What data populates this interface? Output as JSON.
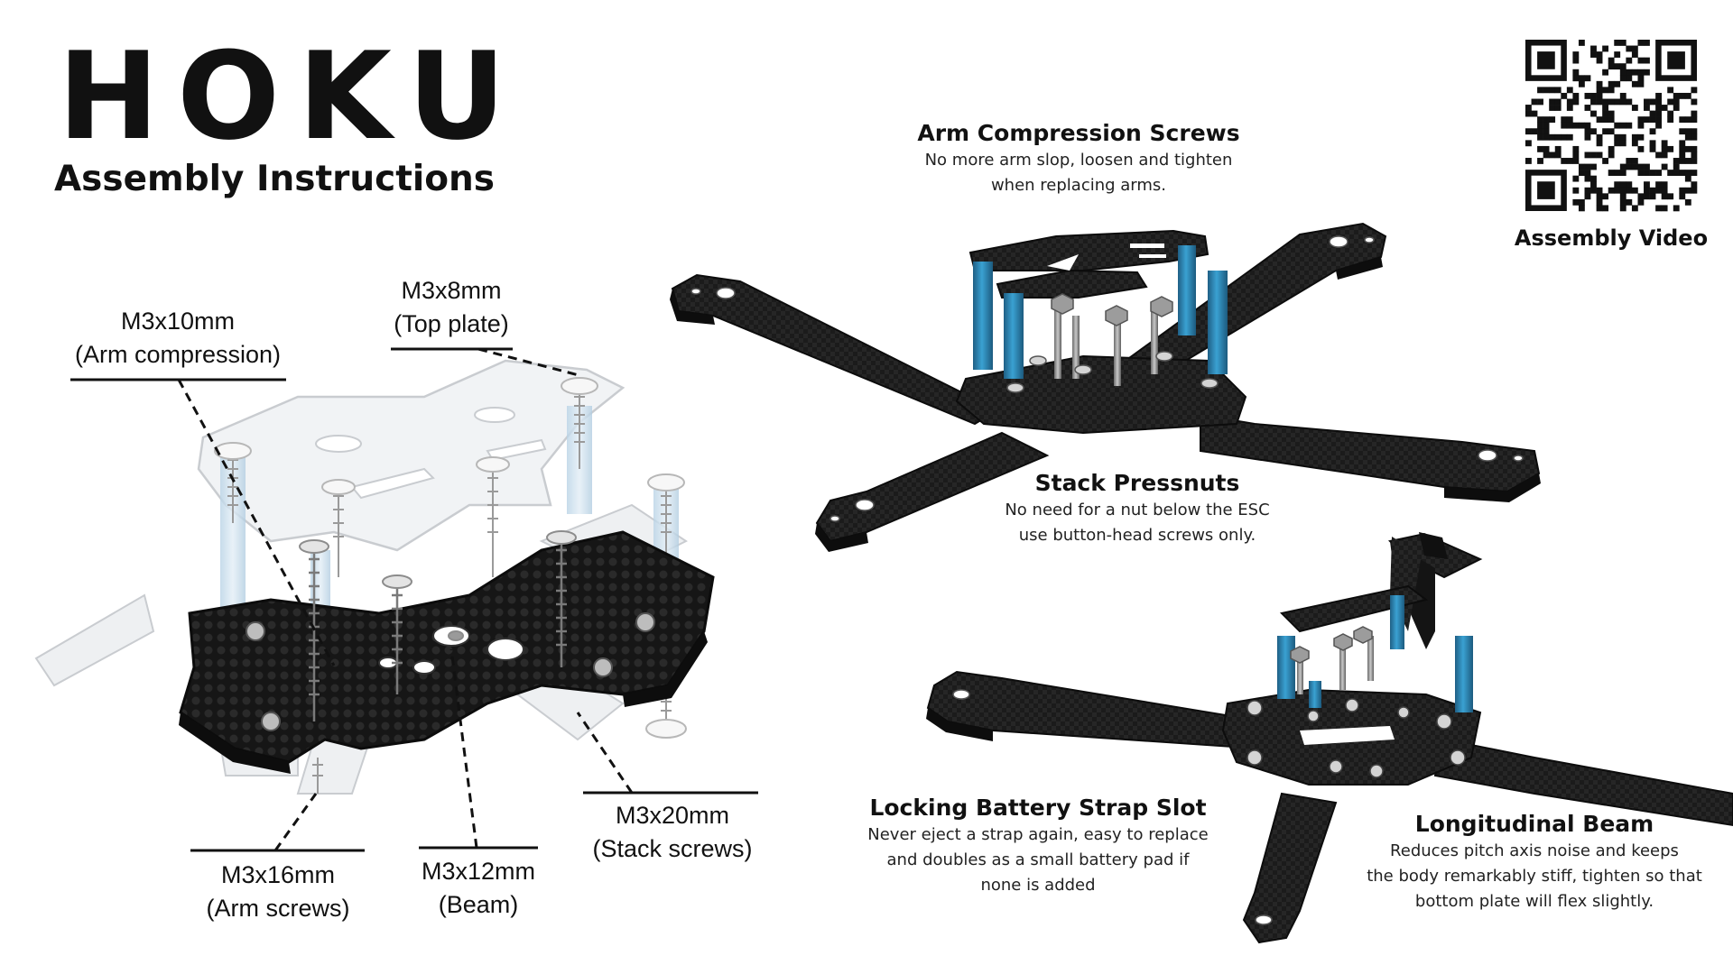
{
  "header": {
    "brand": "HOKU",
    "subtitle": "Assembly Instructions"
  },
  "qr": {
    "caption": "Assembly Video"
  },
  "screw_labels": [
    {
      "size": "M3x10mm",
      "use": "(Arm compression)"
    },
    {
      "size": "M3x8mm",
      "use": "(Top plate)"
    },
    {
      "size": "M3x16mm",
      "use": "(Arm screws)"
    },
    {
      "size": "M3x12mm",
      "use": "(Beam)"
    },
    {
      "size": "M3x20mm",
      "use": "(Stack screws)"
    }
  ],
  "callouts": [
    {
      "title": "Arm Compression Screws",
      "lines": [
        "No more arm slop, loosen and tighten",
        "when replacing arms."
      ]
    },
    {
      "title": "Stack Pressnuts",
      "lines": [
        "No need for a nut below the ESC",
        "use button-head screws only."
      ]
    },
    {
      "title": "Locking Battery Strap Slot",
      "lines": [
        "Never eject a strap again, easy to replace",
        "and doubles as a small battery pad if",
        "none is added"
      ]
    },
    {
      "title": "Longitudinal Beam",
      "lines": [
        "Reduces pitch axis noise and keeps",
        "the body remarkably stiff, tighten so that",
        "bottom plate will flex slightly."
      ]
    }
  ],
  "colors": {
    "carbon": "#1b1b1b",
    "carbon_edge": "#2c2c2c",
    "standoff_blue": "#2e86b5",
    "ghost_frame": "#c9ccd0",
    "ghost_standoff": "#a9c8de",
    "text": "#111111"
  }
}
